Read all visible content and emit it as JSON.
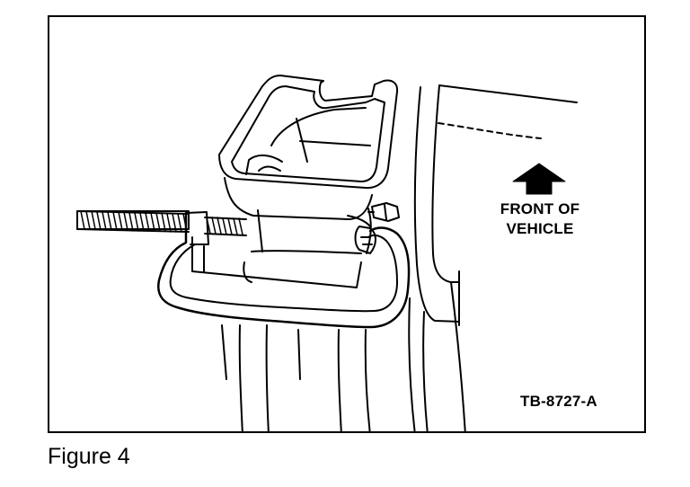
{
  "figure": {
    "caption": "Figure 4",
    "drawing_id": "TB-8727-A",
    "direction_label": {
      "line1": "FRONT OF",
      "line2": "VEHICLE"
    }
  },
  "icons": {
    "arrow": "up-arrow-icon"
  }
}
